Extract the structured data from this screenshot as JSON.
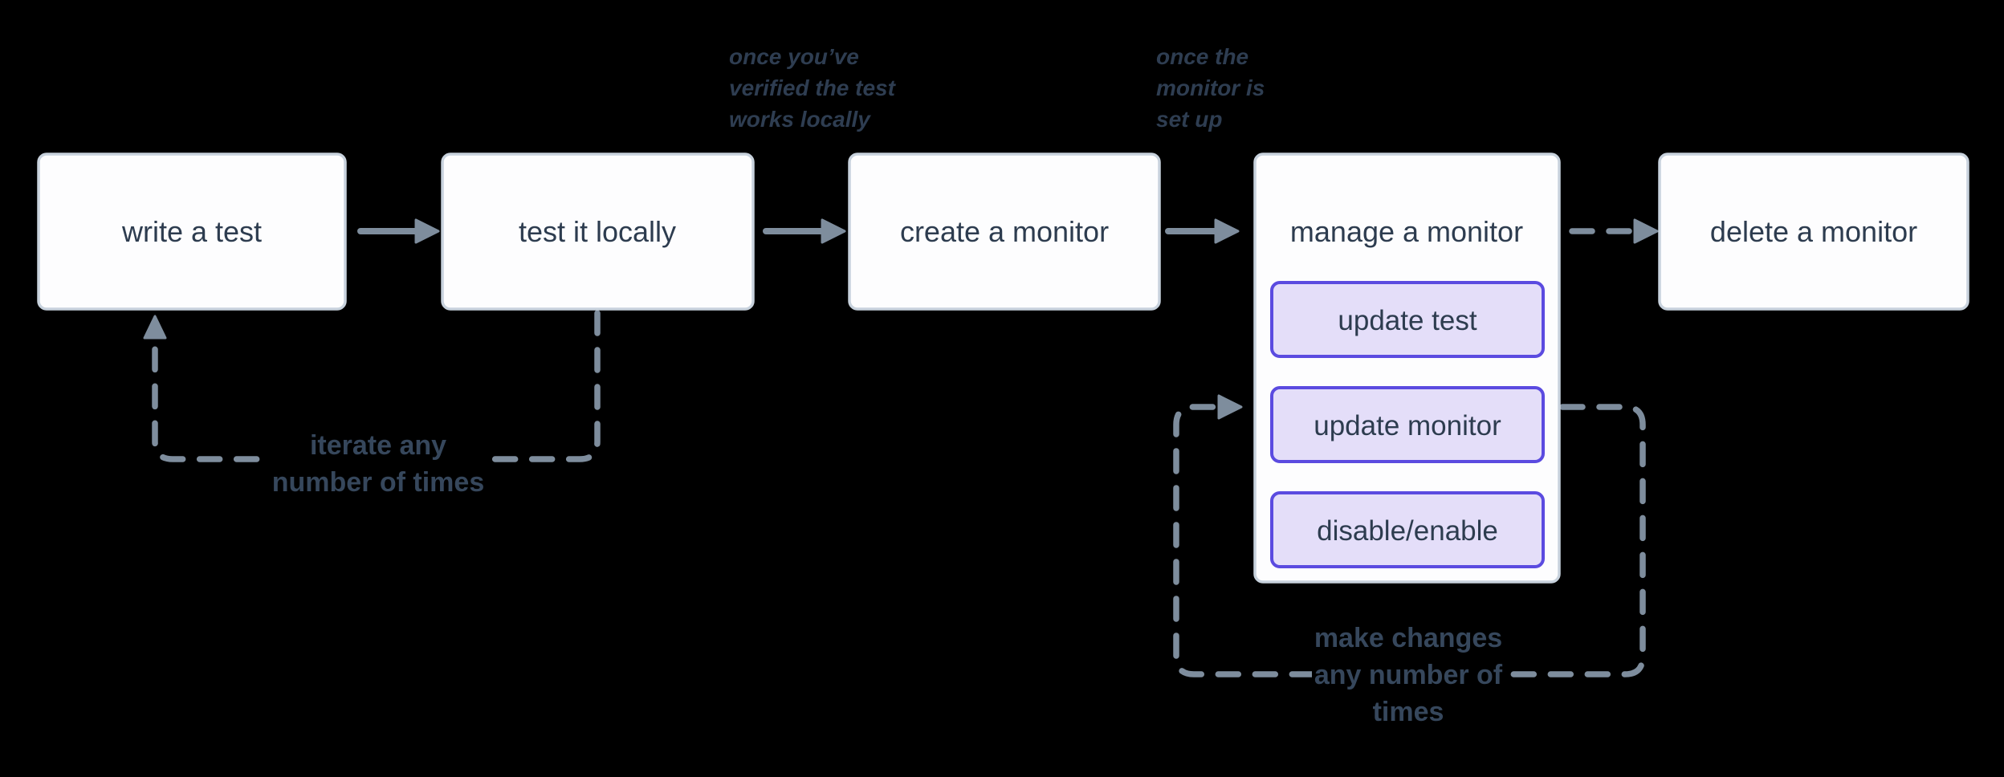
{
  "colors": {
    "background": "#000000",
    "node_fill": "#fdfdfe",
    "node_border": "#c8d2dd",
    "node_text": "#2d3c4f",
    "accent_purple": "#5b4be0",
    "accent_purple_fill": "#e4def9",
    "connector": "#7e8d9d",
    "annotation_text": "#2e3d51",
    "loop_label_text": "#36475c"
  },
  "nodes": {
    "write_test": {
      "label": "write a test"
    },
    "test_locally": {
      "label": "test it locally"
    },
    "create_monitor": {
      "label": "create a monitor"
    },
    "manage_monitor": {
      "label": "manage a monitor"
    },
    "delete_monitor": {
      "label": "delete a monitor"
    }
  },
  "actions": {
    "update_test": {
      "label": "update test"
    },
    "update_monitor": {
      "label": "update monitor"
    },
    "disable_enable": {
      "label": "disable/enable"
    }
  },
  "annotations": {
    "verified_locally": {
      "lines": [
        "once you’ve",
        "verified the test",
        "works locally"
      ]
    },
    "monitor_setup": {
      "lines": [
        "once the",
        "monitor is",
        "set up"
      ]
    },
    "iterate_loop": {
      "lines": [
        "iterate any",
        "number of times"
      ]
    },
    "changes_loop": {
      "lines": [
        "make changes",
        "any number of",
        "times"
      ]
    }
  }
}
